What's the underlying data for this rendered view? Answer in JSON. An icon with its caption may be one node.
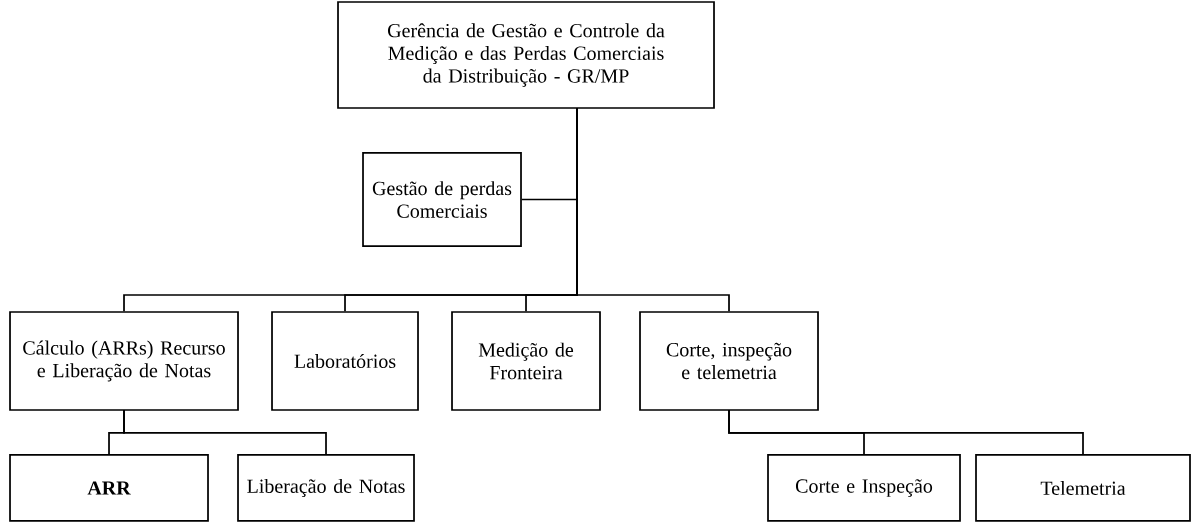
{
  "diagram": {
    "nodes": [
      {
        "text": [
          "Gerência de Gestão e Controle da Medição e das Perdas Comerciais da Distribuição - GR/MP"
        ]
      },
      {
        "text": [
          "Gestão de perdas Comerciais"
        ]
      },
      {
        "text": [
          "Cálculo (ARRs) Recurso e Liberação de Notas"
        ]
      },
      {
        "text": [
          "Laboratórios"
        ]
      },
      {
        "text": [
          "Medição de Fronteira"
        ]
      },
      {
        "text": [
          "Corte, inspeção e telemetria"
        ]
      },
      {
        "text": [
          "ARR"
        ]
      },
      {
        "text": [
          "Liberação de Notas"
        ]
      },
      {
        "text": [
          "Corte e Inspeção"
        ]
      },
      {
        "text": [
          "Telemetria"
        ]
      }
    ],
    "edges": [
      {
        "from": 0,
        "to": 1,
        "arrow": "none"
      },
      {
        "from": 0,
        "to": 2,
        "arrow": "none"
      },
      {
        "from": 0,
        "to": 3,
        "arrow": "none"
      },
      {
        "from": 0,
        "to": 4,
        "arrow": "none"
      },
      {
        "from": 0,
        "to": 5,
        "arrow": "none"
      },
      {
        "from": 2,
        "to": 6,
        "arrow": "none"
      },
      {
        "from": 2,
        "to": 7,
        "arrow": "none"
      },
      {
        "from": 5,
        "to": 8,
        "arrow": "none"
      },
      {
        "from": 5,
        "to": 9,
        "arrow": "none"
      }
    ]
  }
}
